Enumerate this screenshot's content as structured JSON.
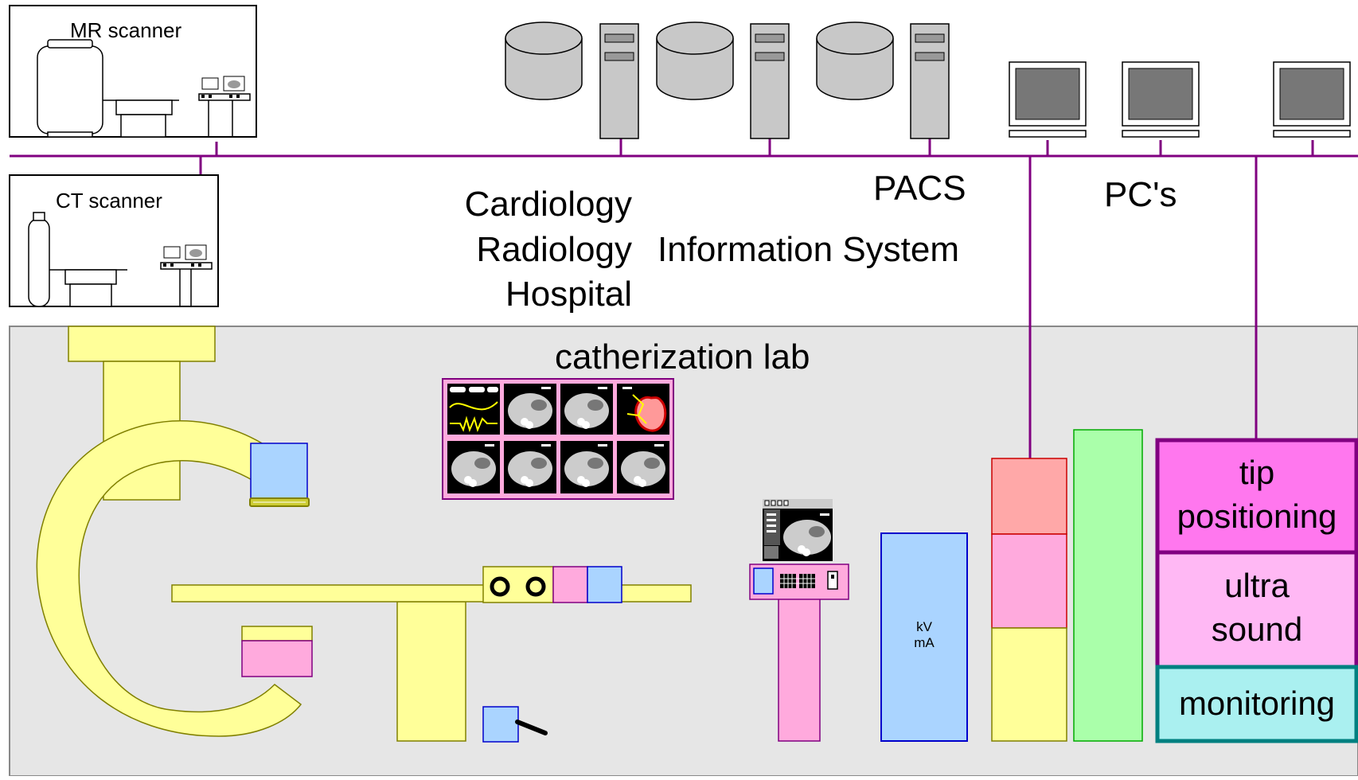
{
  "scanners": {
    "mr_label": "MR scanner",
    "ct_label": "CT scanner"
  },
  "network": {
    "departments": [
      "Cardiology",
      "Radiology",
      "Hospital"
    ],
    "pacs_label": "PACS",
    "info_system_label": "Information System",
    "pcs_label": "PC's"
  },
  "lab": {
    "title": "catherization lab",
    "generator_text": [
      "kV",
      "mA"
    ],
    "modules": {
      "tip": "tip",
      "positioning": "positioning",
      "ultra": "ultra",
      "sound": "sound",
      "monitoring": "monitoring"
    }
  },
  "colors": {
    "network_line": "#800080",
    "lab_background": "#e6e6e6",
    "equipment_yellow": "#ffff99",
    "equipment_pink": "#ffaadd",
    "equipment_blue": "#aad4ff",
    "equipment_red": "#ffa8a8",
    "equipment_green": "#aaffaa",
    "tip_module": "#ff77ee",
    "ultrasound_module": "#ffb8f4",
    "monitoring_module": "#aaf0f0",
    "storage_gray": "#c8c8c8"
  }
}
